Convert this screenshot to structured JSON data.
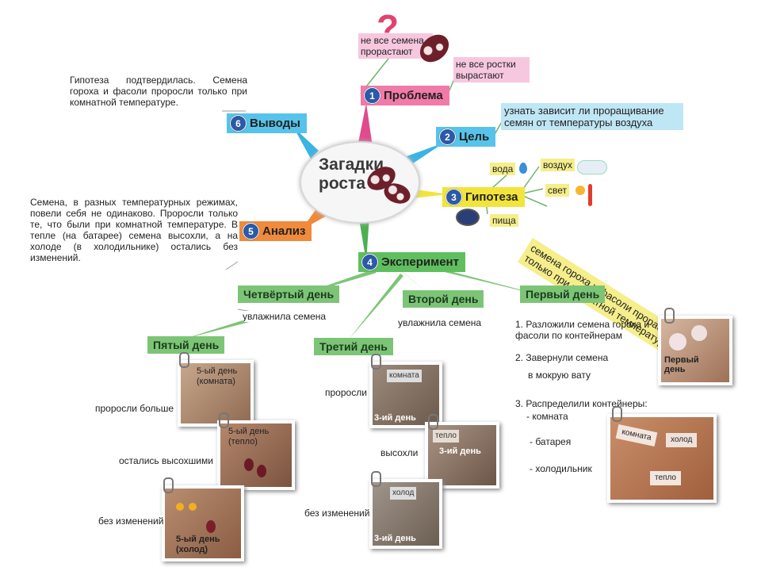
{
  "center": {
    "title": "Загадки роста"
  },
  "problem": {
    "num": "1",
    "label": "Проблема",
    "note1": "не все семена прорастают",
    "note2": "не все ростки вырастают",
    "question_mark": "?"
  },
  "goal": {
    "num": "2",
    "label": "Цель",
    "text": "узнать зависит ли проращивание семян от температуры воздуха"
  },
  "hypothesis": {
    "num": "3",
    "label": "Гипотеза",
    "factors": [
      "вода",
      "воздух",
      "свет",
      "пища"
    ],
    "text": "семена гороха и фасоли прорастут только при комнатной температуре"
  },
  "experiment": {
    "num": "4",
    "label": "Эксперимент",
    "day1": {
      "label": "Первый день",
      "steps": [
        "1. Разложили семена гороха и фасоли по контейнерам",
        "2. Завернули семена",
        "в мокрую вату",
        "3. Распределили контейнеры:"
      ],
      "places": [
        "- комната",
        "- батарея",
        "- холодильник"
      ],
      "photo_caption": "Первый день",
      "photo_tags": [
        "комната",
        "холод",
        "тепло"
      ]
    },
    "day2": {
      "label": "Второй день",
      "text": "увлажнила семена"
    },
    "day3": {
      "label": "Третий день",
      "results": [
        "проросли",
        "высохли",
        "без изменений"
      ],
      "photo_tags": [
        "комната",
        "тепло",
        "холод"
      ],
      "photo_captions": [
        "3-ий день",
        "3-ий день",
        "3-ий день"
      ]
    },
    "day4": {
      "label": "Четвёртый день",
      "text": "увлажнила семена"
    },
    "day5": {
      "label": "Пятый день",
      "results": [
        "проросли больше",
        "остались высохшими",
        "без изменений"
      ],
      "photo_captions": [
        "5-ый день (комната)",
        "5-ый день (тепло)",
        "5-ый день (холод)"
      ]
    }
  },
  "analysis": {
    "num": "5",
    "label": "Анализ",
    "text": "Семена, в разных температурных режимах, повели себя не одинаково. Проросли только те, что были при комнатной температуре. В тепле (на батарее) семена высохли, а на холоде (в холодильнике) остались без изменений."
  },
  "conclusions": {
    "num": "6",
    "label": "Выводы",
    "text": "Гипотеза подтвердилась. Семена гороха и фасоли проросли только при комнатной температуре."
  },
  "colors": {
    "problem": "#f27aa8",
    "goal": "#57c3ea",
    "hypothesis": "#f2e43a",
    "experiment": "#5fbf5f",
    "analysis": "#f08a3c",
    "conclusions": "#57c3ea"
  },
  "icons": [
    "question-mark-icon",
    "water-drop-icon",
    "cloud-icon",
    "sun-thermometer-icon",
    "plate-icon"
  ]
}
